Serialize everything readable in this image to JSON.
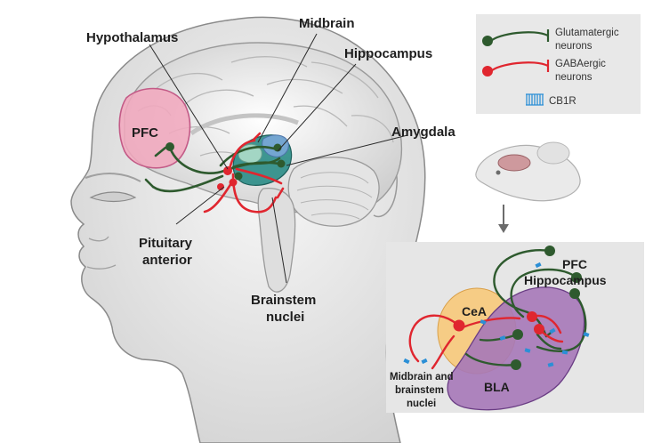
{
  "labels": {
    "hypothalamus": "Hypothalamus",
    "midbrain": "Midbrain",
    "hippocampus": "Hippocampus",
    "pfc": "PFC",
    "amygdala": "Amygdala",
    "pituitary_line1": "Pituitary",
    "pituitary_line2": "anterior",
    "brainstem_line1": "Brainstem",
    "brainstem_line2": "nuclei"
  },
  "legend": {
    "glutamatergic_line1": "Glutamatergic",
    "glutamatergic_line2": "neurons",
    "gabaergic_line1": "GABAergic",
    "gabaergic_line2": "neurons",
    "cb1r": "CB1R"
  },
  "inset": {
    "pfc": "PFC",
    "hippocampus": "Hippocampus",
    "cea": "CeA",
    "bla": "BLA",
    "midbrain_line1": "Midbrain and",
    "midbrain_line2": "brainstem",
    "midbrain_line3": "nuclei"
  },
  "colors": {
    "glutamatergic": "#2e5a2e",
    "gabaergic": "#e0262f",
    "cb1r": "#2b8fd6",
    "pfc_region": "#f2a7bd",
    "cea_region": "#f7c97a",
    "bla_region": "#a678b8",
    "hippocampus_region": "#2a8c86",
    "inset_background": "#e6e6e6",
    "legend_background": "#e8e8e8"
  },
  "icons": {
    "cb1r": "receptor-glyph-icon",
    "arrow": "arrow-down-icon"
  }
}
